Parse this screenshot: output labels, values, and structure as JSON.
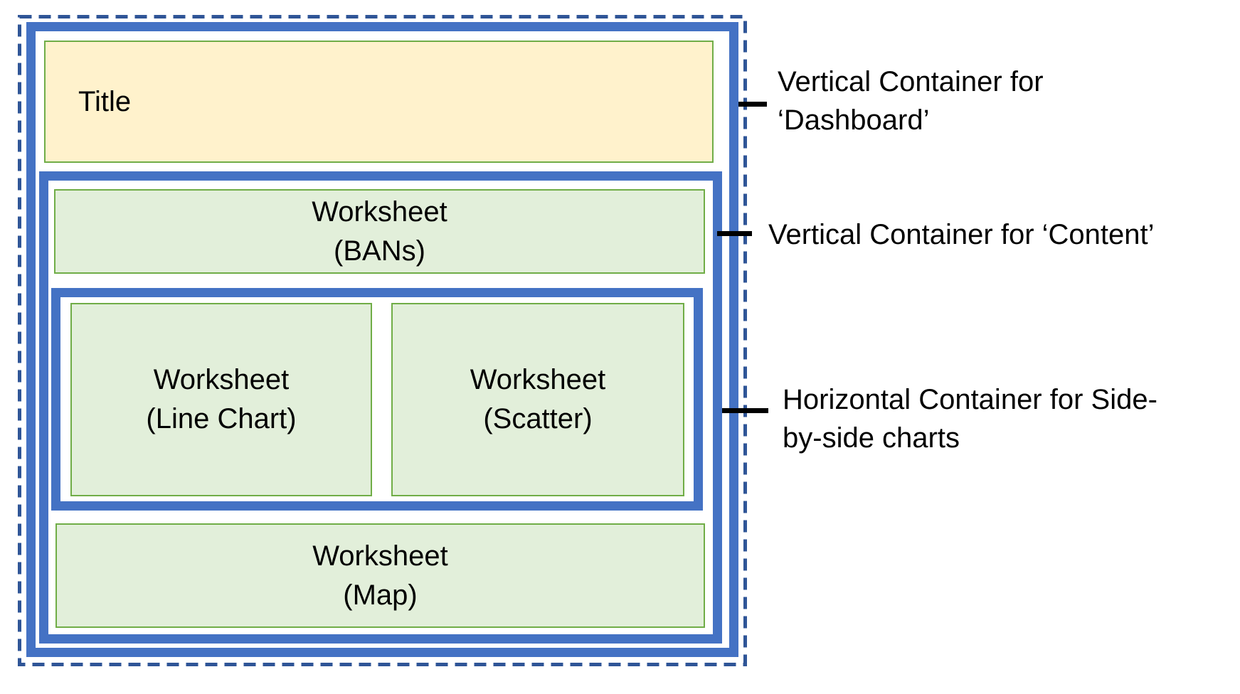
{
  "title_box": {
    "label": "Title"
  },
  "worksheets": {
    "bans": {
      "line1": "Worksheet",
      "line2": "(BANs)"
    },
    "line_chart": {
      "line1": "Worksheet",
      "line2": "(Line Chart)"
    },
    "scatter": {
      "line1": "Worksheet",
      "line2": "(Scatter)"
    },
    "map": {
      "line1": "Worksheet",
      "line2": "(Map)"
    }
  },
  "annotations": {
    "dashboard": {
      "line1": "Vertical Container for",
      "line2": "‘Dashboard’"
    },
    "content": {
      "line1": "Vertical Container for ‘Content’"
    },
    "side_by_side": {
      "line1": "Horizontal Container for Side-",
      "line2": "by-side charts"
    }
  },
  "colors": {
    "container_blue": "#4472C4",
    "dashed_frame_blue": "#2F5597",
    "worksheet_fill_green": "#E2EFDA",
    "worksheet_border_green": "#70AD47",
    "title_fill_cream": "#FFF2CC",
    "annotation_text": "#000000"
  }
}
